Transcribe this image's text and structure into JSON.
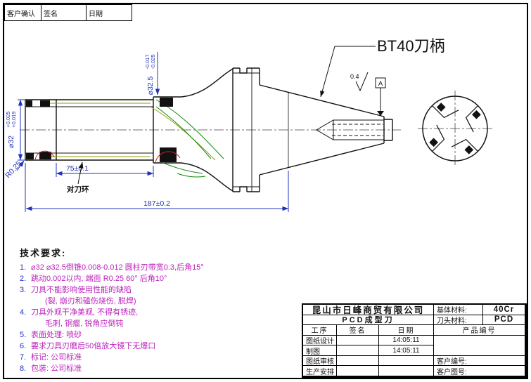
{
  "customer_table": {
    "confirm_label": "客户确认",
    "sign_label": "签名",
    "date_label": "日期"
  },
  "drawing": {
    "shank_label": "BT40刀柄",
    "ring_label": "对刀环",
    "roughness_value": "0.4",
    "datum_label": "A",
    "dims": {
      "overall_length": "187±0.2",
      "body_length": "75±0.1",
      "corner_radius": "R0.25",
      "body_dia": "⌀32",
      "body_dia_tol_upper": "+0.025",
      "body_dia_tol_lower": "+0.019",
      "ring_dia": "⌀32.5",
      "ring_dia_tol_upper": "-0.017",
      "ring_dia_tol_lower": "-0.025"
    }
  },
  "tech_req": {
    "heading": "技术要求:",
    "lines": [
      {
        "num": "1.",
        "text": "⌀32 ⌀32.5倒锥0.008-0.012 圆柱刃带宽0.3,后角15°"
      },
      {
        "num": "2.",
        "text": "跳动0.002以内, 端面 R0.25 60° 后角10°"
      },
      {
        "num": "3.",
        "text": "刀具不能影响使用性能的缺陷"
      },
      {
        "num": "",
        "text": "(裂, 崩刃和磕伤烧伤, 脱焊)"
      },
      {
        "num": "4.",
        "text": "刀具外观干净美观, 不得有锈迹,"
      },
      {
        "num": "",
        "text": "毛刺, 铜瘤, 锐角应倒钝"
      },
      {
        "num": "5.",
        "text": "表面处理: 喷砂"
      },
      {
        "num": "6.",
        "text": "要求刀具刃磨后50倍放大镜下无爆口"
      },
      {
        "num": "7.",
        "text": "标记: 公司标准"
      },
      {
        "num": "8.",
        "text": "包装: 公司标准"
      }
    ]
  },
  "title_block": {
    "company": "昆山市日峰商贸有限公司",
    "product": "PCD成型刀",
    "base_material_label": "基体材料:",
    "base_material_value": "40Cr",
    "tip_material_label": "刀头材料:",
    "tip_material_value": "PCD",
    "col_process": "工序",
    "col_sign": "签名",
    "col_date": "日期",
    "product_no_label": "产品编号",
    "rows": [
      {
        "label": "图纸设计",
        "date": "14:05:11"
      },
      {
        "label": "制图",
        "date": "14:05:11"
      },
      {
        "label": "图纸审核",
        "date": ""
      },
      {
        "label": "生产安排",
        "date": ""
      }
    ],
    "customer_no_label": "客户编号:",
    "customer_dwg_label": "客户图号:"
  },
  "colors": {
    "dimension_blue": "#2233bb",
    "requirement_magenta": "#bb22bb",
    "flute_green": "#0a8a0a",
    "braze_olive": "#9a9a00",
    "insert_red": "#cc2222",
    "ink": "#111111"
  }
}
